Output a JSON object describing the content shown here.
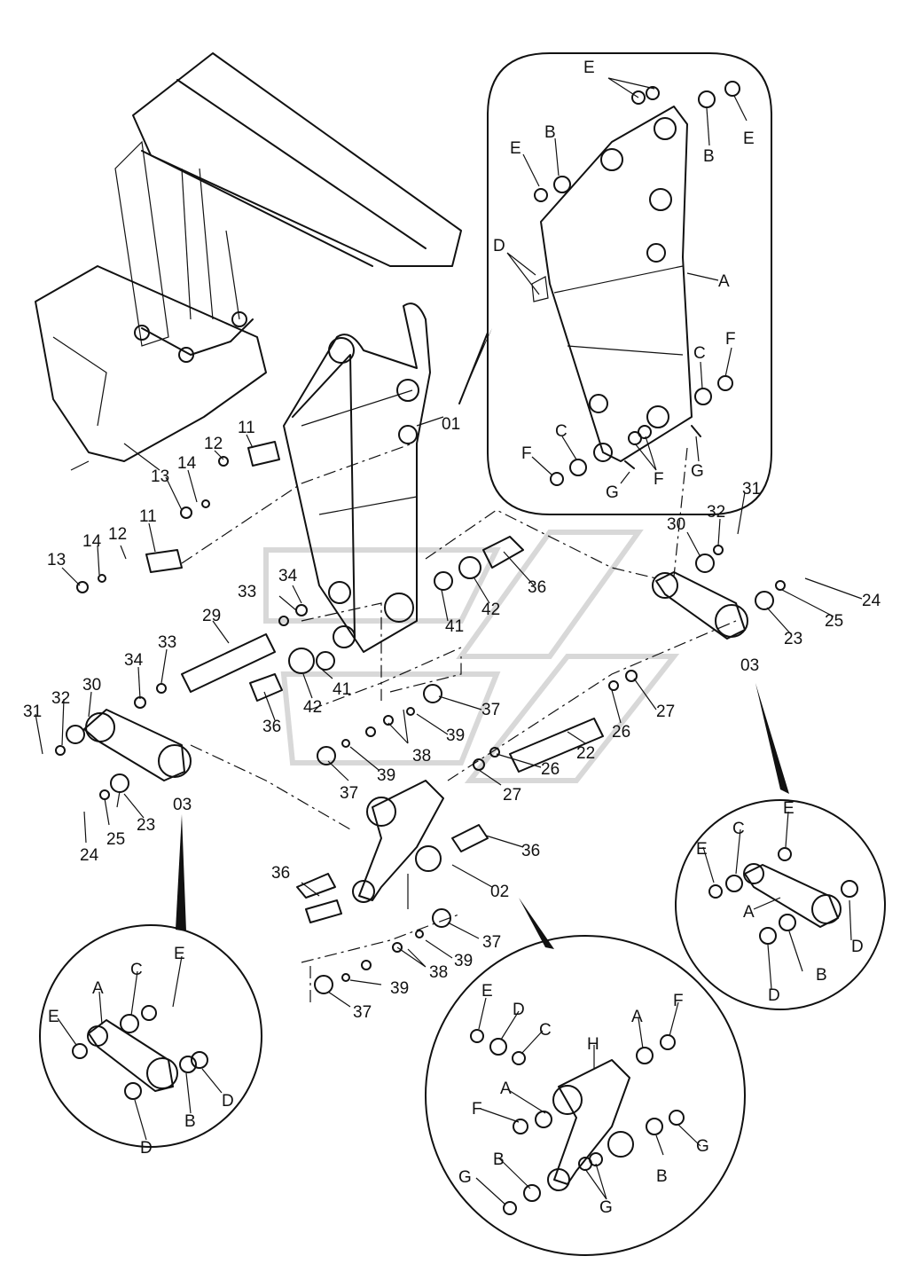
{
  "labels": {
    "n01": "01",
    "n02": "02",
    "n03": "03",
    "n11": "11",
    "n12": "12",
    "n13": "13",
    "n14": "14",
    "n22": "22",
    "n23": "23",
    "n24": "24",
    "n25": "25",
    "n26": "26",
    "n27": "27",
    "n29": "29",
    "n30": "30",
    "n31": "31",
    "n32": "32",
    "n33": "33",
    "n34": "34",
    "n36": "36",
    "n37": "37",
    "n38": "38",
    "n39": "39",
    "n41": "41",
    "n42": "42",
    "A": "A",
    "B": "B",
    "C": "C",
    "D": "D",
    "E": "E",
    "F": "F",
    "G": "G",
    "H": "H"
  }
}
